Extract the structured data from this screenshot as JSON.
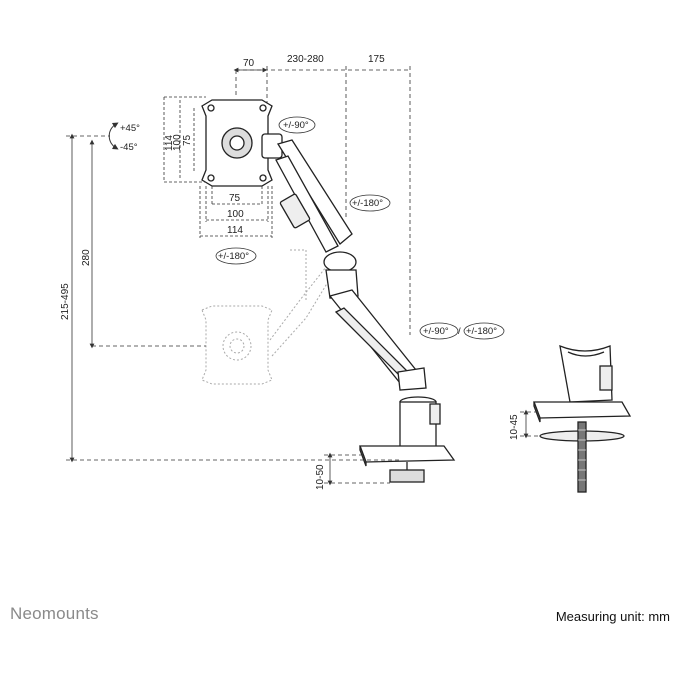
{
  "footer": {
    "brand": "Neomounts",
    "measuring_unit": "Measuring unit: mm"
  },
  "dimensions": {
    "top_70": "70",
    "top_230_280": "230-280",
    "top_175": "175",
    "vesa_114_v": "114",
    "vesa_100_v": "100",
    "vesa_75_v": "75",
    "vesa_75_h": "75",
    "vesa_100_h": "100",
    "vesa_114_h": "114",
    "height_215_495": "215-495",
    "height_280": "280",
    "clamp_10_50": "10-50",
    "grommet_10_45": "10-45"
  },
  "rotations": {
    "tilt_up": "+45°",
    "tilt_down": "-45°",
    "rotate_90": "+/-90°",
    "swivel_180_head": "+/-180°",
    "swivel_180_arm": "+/-180°",
    "rotate_90_base": "+/-90°",
    "swivel_180_base": "+/-180°"
  }
}
